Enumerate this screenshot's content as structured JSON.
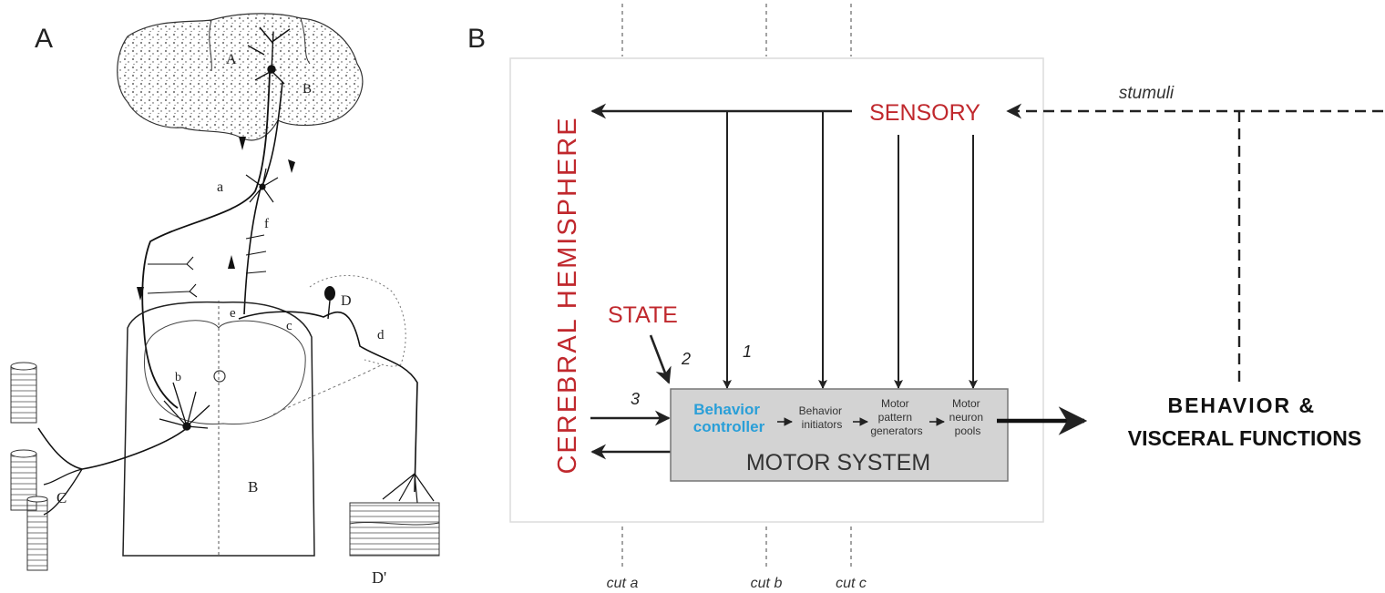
{
  "panel_a": {
    "panel_label": "A",
    "labels": {
      "cortex_A": "A",
      "cortex_B": "B",
      "axon_a": "a",
      "fiber_f": "f",
      "cell_b": "b",
      "fiber_e": "e",
      "fiber_c_upper": "c",
      "ganglion_D": "D",
      "nerve_d": "d",
      "cord_B": "B",
      "muscle_C": "C",
      "muscle_D_prime": "D'"
    }
  },
  "panel_b": {
    "panel_label": "B",
    "cerebral_hemisphere": "CEREBRAL HEMISPHERE",
    "sensory": "SENSORY",
    "stimuli": "stumuli",
    "state": "STATE",
    "motor_system": "MOTOR SYSTEM",
    "behavior_controller": "Behavior controller",
    "stages": [
      [
        "Behavior",
        "initiators"
      ],
      [
        "Motor",
        "pattern",
        "generators"
      ],
      [
        "Motor",
        "neuron",
        "pools"
      ]
    ],
    "output": [
      "BEHAVIOR &",
      "VISCERAL FUNCTIONS"
    ],
    "pathway_numbers": [
      "1",
      "2",
      "3"
    ],
    "cuts": [
      "cut a",
      "cut b",
      "cut c"
    ],
    "colors": {
      "red": "#c0282d",
      "blue": "#2a9fd8",
      "box_fill": "#d3d3d3",
      "line": "#222222"
    }
  }
}
